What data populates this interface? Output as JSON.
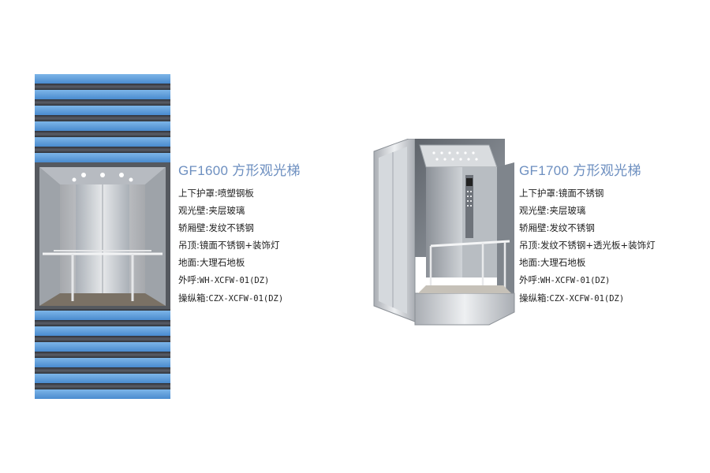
{
  "products": [
    {
      "title": "GF1600 方形观光梯",
      "specs": [
        {
          "label": "上下护罩",
          "value": "喷塑钢板"
        },
        {
          "label": "观光壁",
          "value": "夹层玻璃"
        },
        {
          "label": "轿厢壁",
          "value": "发纹不锈钢"
        },
        {
          "label": "吊顶",
          "value": "镜面不锈钢+装饰灯"
        },
        {
          "label": "地面",
          "value": "大理石地板"
        },
        {
          "label": "外呼",
          "value": "WH-XCFW-01(DZ)"
        },
        {
          "label": "操纵箱",
          "value": "CZX-XCFW-01(DZ)"
        }
      ]
    },
    {
      "title": "GF1700 方形观光梯",
      "specs": [
        {
          "label": "上下护罩",
          "value": "镜面不锈钢"
        },
        {
          "label": "观光壁",
          "value": "夹层玻璃"
        },
        {
          "label": "轿厢壁",
          "value": "发纹不锈钢"
        },
        {
          "label": "吊顶",
          "value": "发纹不锈钢+透光板+装饰灯"
        },
        {
          "label": "地面",
          "value": "大理石地板"
        },
        {
          "label": "外呼",
          "value": "WH-XCFW-01(DZ)"
        },
        {
          "label": "操纵箱",
          "value": "CZX-XCFW-01(DZ)"
        }
      ]
    }
  ],
  "separator": ":",
  "colors": {
    "title": "#6d8fc0",
    "cover_blue": "#5a9ad8",
    "cover_dark": "#3c3f48",
    "steel": "#c9ccd1"
  }
}
